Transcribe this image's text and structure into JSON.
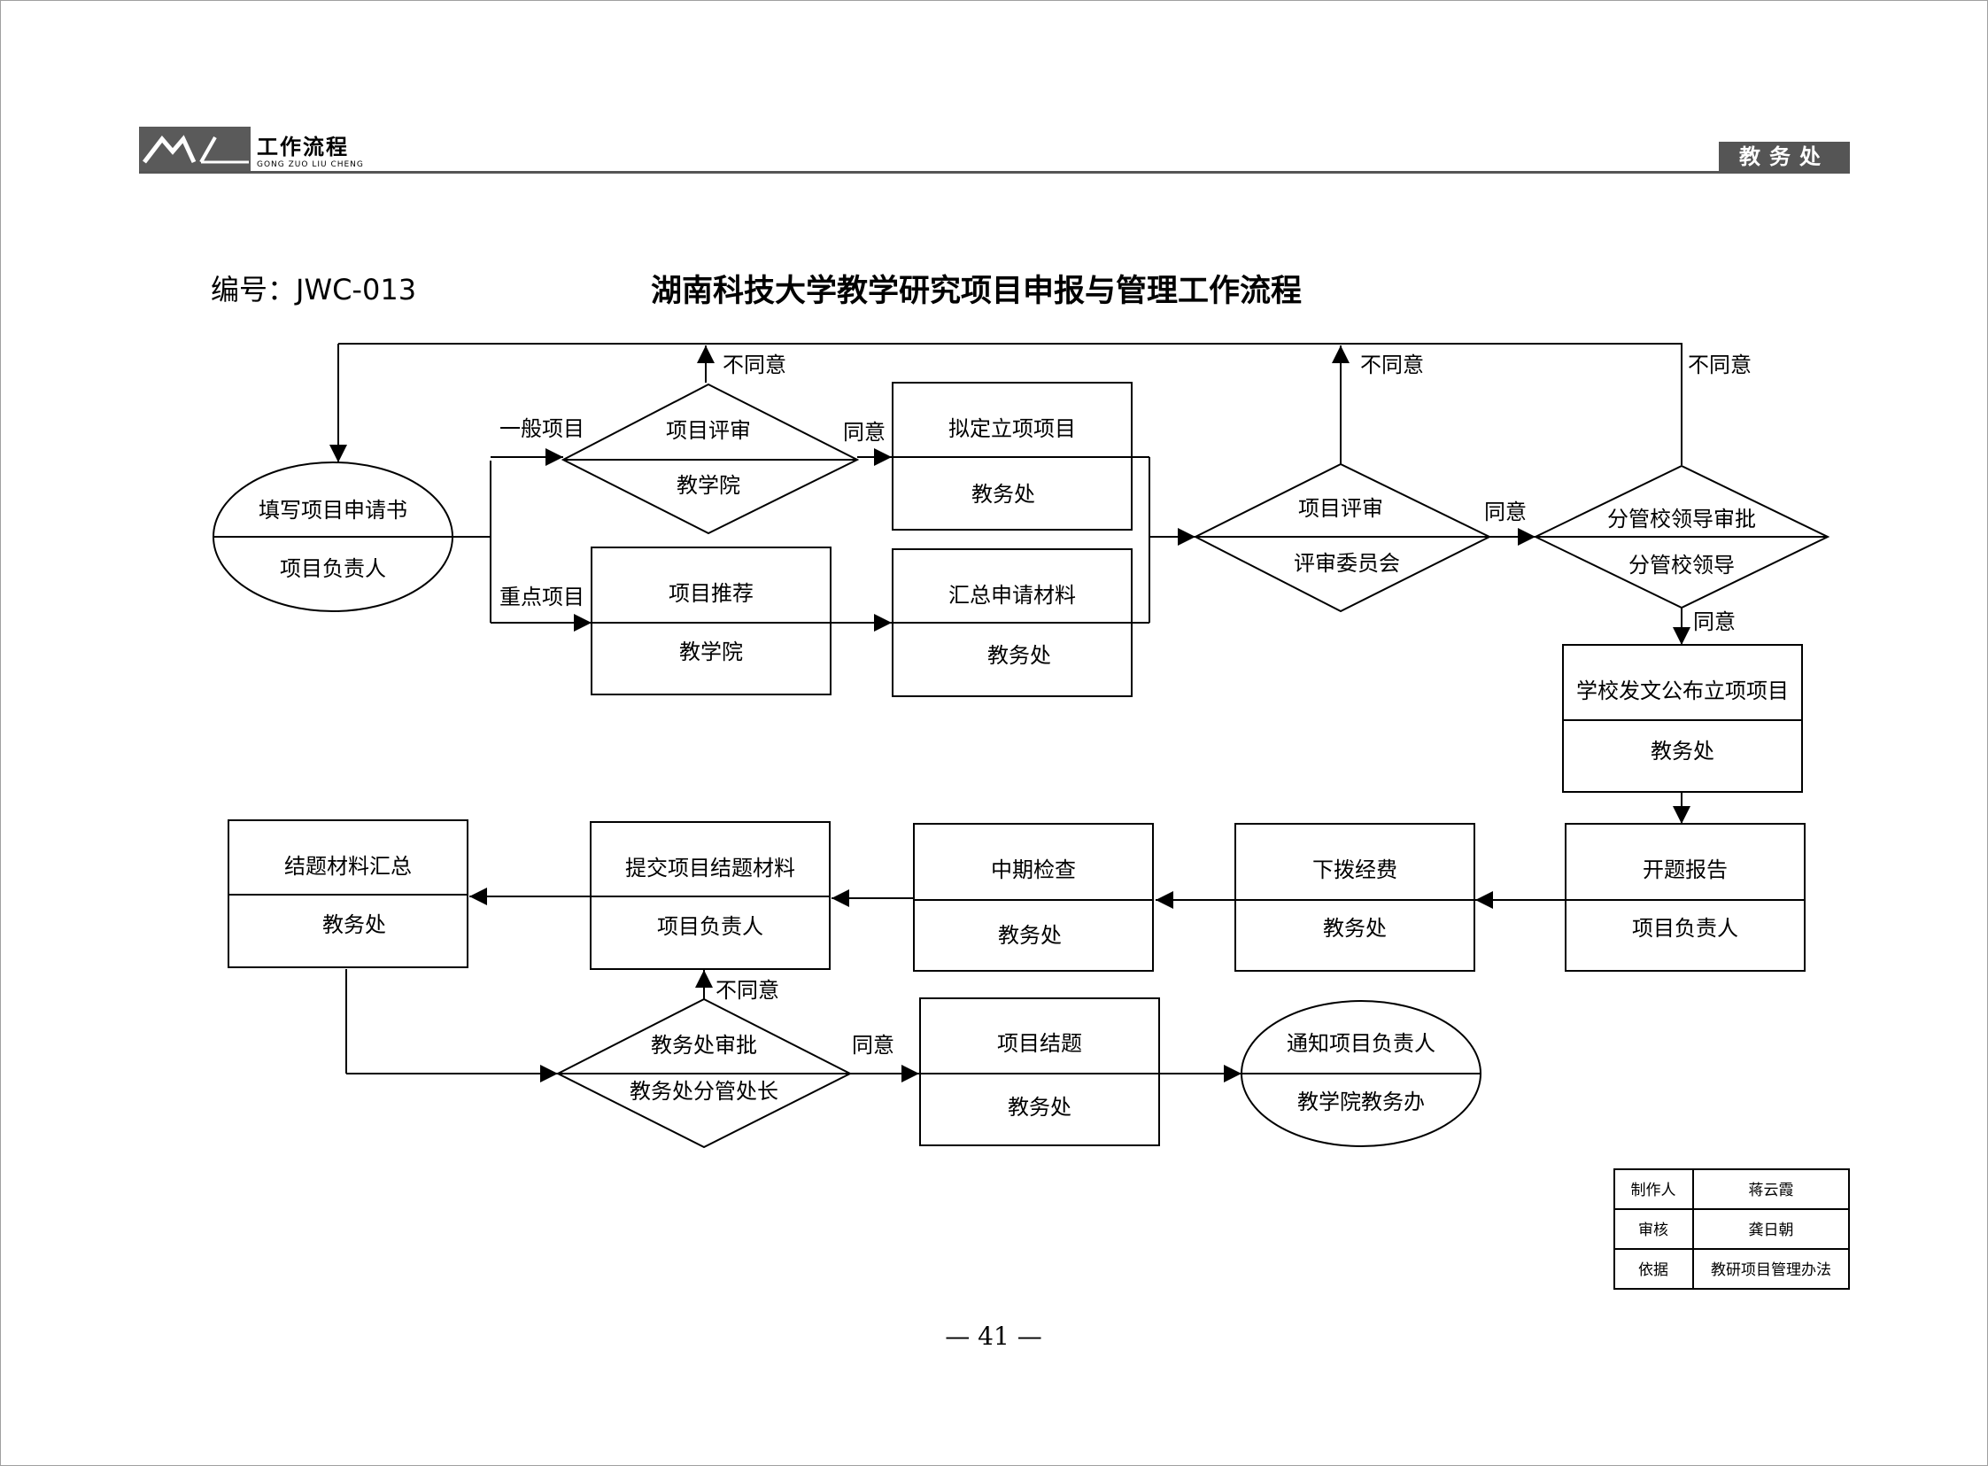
{
  "header": {
    "logo_text": "工作流程",
    "logo_sub": "GONG ZUO LIU CHENG",
    "department": "教务处"
  },
  "doc": {
    "code": "编号：JWC-013",
    "title": "湖南科技大学教学研究项目申报与管理工作流程"
  },
  "nodes": {
    "apply": {
      "title": "填写项目申请书",
      "owner": "项目负责人"
    },
    "review1": {
      "title": "项目评审",
      "owner": "教学院"
    },
    "draft": {
      "title": "拟定立项项目",
      "owner": "教务处"
    },
    "recommend": {
      "title": "项目推荐",
      "owner": "教学院"
    },
    "collect": {
      "title": "汇总申请材料",
      "owner": "教务处"
    },
    "review2": {
      "title": "项目评审",
      "owner": "评审委员会"
    },
    "leader": {
      "title": "分管校领导审批",
      "owner": "分管校领导"
    },
    "publish": {
      "title": "学校发文公布立项项目",
      "owner": "教务处"
    },
    "opening": {
      "title": "开题报告",
      "owner": "项目负责人"
    },
    "funding": {
      "title": "下拨经费",
      "owner": "教务处"
    },
    "midterm": {
      "title": "中期检查",
      "owner": "教务处"
    },
    "submit": {
      "title": "提交项目结题材料",
      "owner": "项目负责人"
    },
    "summary": {
      "title": "结题材料汇总",
      "owner": "教务处"
    },
    "approve": {
      "title": "教务处审批",
      "owner": "教务处分管处长"
    },
    "conclude": {
      "title": "项目结题",
      "owner": "教务处"
    },
    "notify": {
      "title": "通知项目负责人",
      "owner": "教学院教务办"
    }
  },
  "edge_labels": {
    "general": "一般项目",
    "key": "重点项目",
    "agree": "同意",
    "disagree": "不同意"
  },
  "sign_table": [
    {
      "label": "制作人",
      "value": "蒋云霞"
    },
    {
      "label": "审核",
      "value": "龚日朝"
    },
    {
      "label": "依据",
      "value": "教研项目管理办法"
    }
  ],
  "page_number": "— 41 —"
}
